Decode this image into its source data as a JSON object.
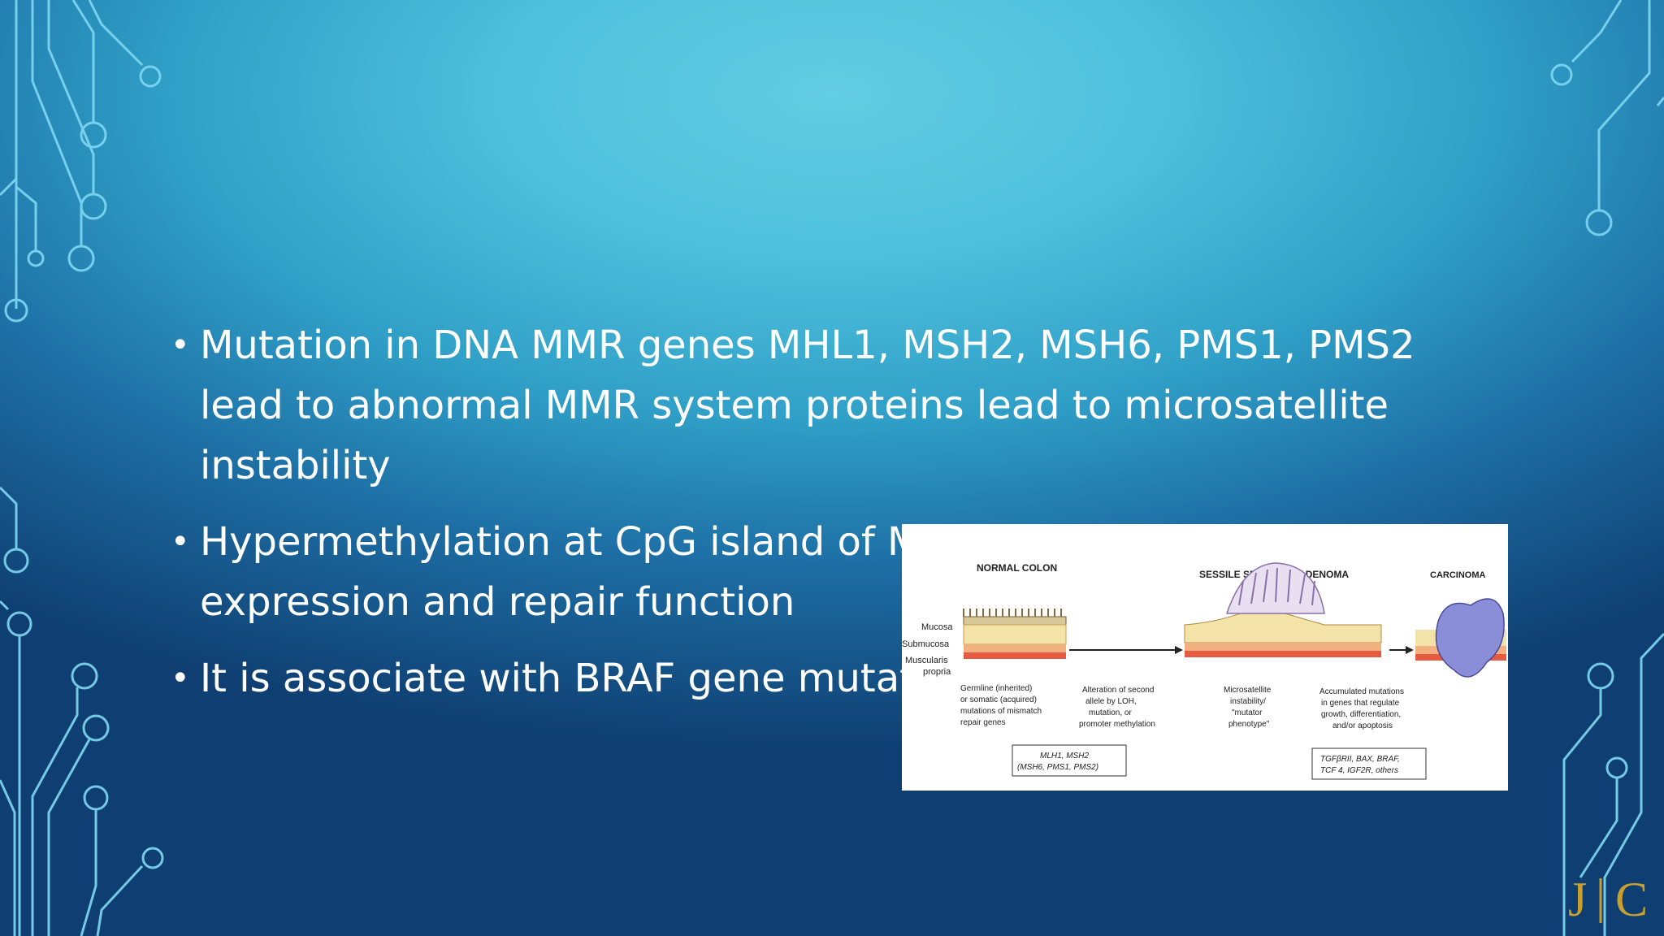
{
  "slide": {
    "bullets": [
      {
        "symbol": "•",
        "text": "Mutation in DNA MMR genes MHL1, MSH2, MSH6, PMS1, PMS2 lead to abnormal MMR system proteins lead to microsatellite instability"
      },
      {
        "symbol": "•",
        "text": "Hypermethylation at CpG island of MMR gene lead to silencing expression and repair function"
      },
      {
        "symbol": "•",
        "text": " It is associate with BRAF gene mutation"
      }
    ]
  },
  "figure": {
    "stage_labels": [
      "NORMAL COLON",
      "SESSILE SERRATED ADENOMA",
      "CARCINOMA"
    ],
    "layer_labels": [
      "Mucosa",
      "Submucosa",
      "Muscularis",
      "propria"
    ],
    "captions": [
      [
        "Germline (inherited)",
        "or somatic (acquired)",
        "mutations of mismatch",
        "repair genes"
      ],
      [
        "Alteration of second",
        "allele by LOH,",
        "mutation, or",
        "promoter methylation"
      ],
      [
        "Microsatellite",
        "instability/",
        "\"mutator",
        "phenotype\""
      ],
      [
        "Accumulated mutations",
        "in genes that regulate",
        "growth, differentiation,",
        "and/or apoptosis"
      ]
    ],
    "gene_box_1": [
      "MLH1, MSH2",
      "(MSH6, PMS1, PMS2)"
    ],
    "gene_box_2": [
      "TGFβRII, BAX, BRAF,",
      "TCF 4, IGF2R, others"
    ]
  },
  "logo": {
    "left": "J",
    "divider": "|",
    "right": "C"
  },
  "colors": {
    "text": "#ffffff",
    "logo": "#c9a030",
    "circuit": "#6fd3f0"
  }
}
